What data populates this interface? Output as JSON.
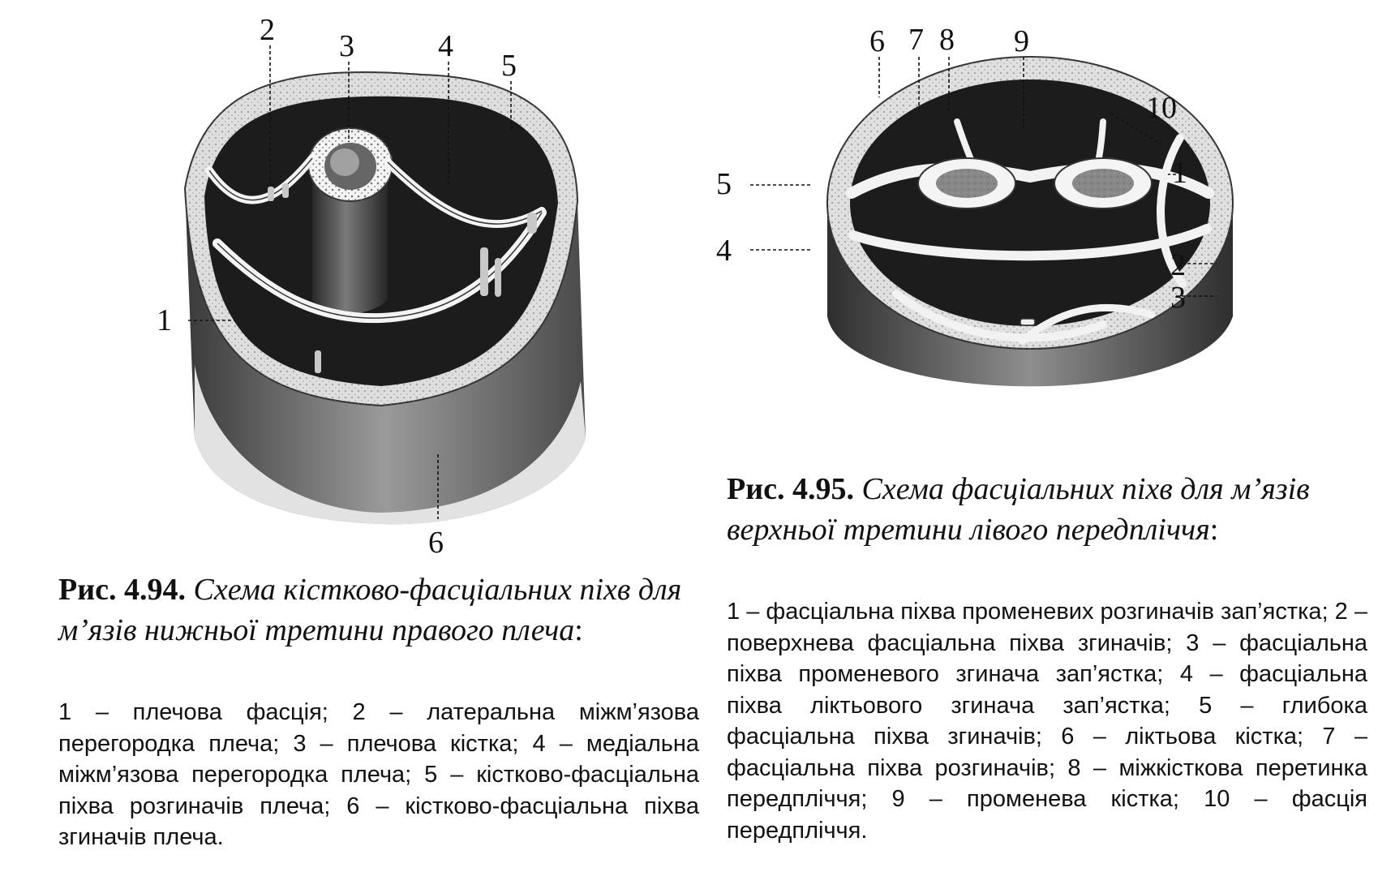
{
  "figure_494": {
    "callouts": [
      "1",
      "2",
      "3",
      "4",
      "5",
      "6"
    ],
    "fig_no": "Рис. 4.94.",
    "title": "Схема кістково-фасціальних піхв для м’язів нижньої третини правого плеча",
    "title_end": ":",
    "legend": "1 – плечова фасція; 2 – латеральна міжм’язова перегородка плеча; 3 – плечова кістка; 4 – медіальна міжм’язова перегородка плеча; 5 – кістково-фасціальна піхва розгиначів плеча; 6 – кістково-фасціальна піхва згиначів плеча."
  },
  "figure_495": {
    "callouts": [
      "1",
      "2",
      "3",
      "4",
      "5",
      "6",
      "7",
      "8",
      "9",
      "10"
    ],
    "fig_no": "Рис. 4.95.",
    "title": "Схема фасціальних піхв для м’язів верхньої третини лівого передпліччя",
    "title_end": ":",
    "legend": "1 – фасціальна піхва променевих розгиначів зап’ястка; 2 – поверхнева фасціальна піхва згиначів; 3 – фасціальна піхва променевого згинача зап’ястка; 4 – фасціальна піхва ліктьового згинача зап’ястка; 5 – глибока фасціальна піхва згиначів; 6 – ліктьова кістка; 7 – фасціальна піхва розгиначів; 8 – міжкісткова перетинка передпліччя; 9 – променева кістка; 10 – фасція передпліччя."
  },
  "colors": {
    "ink": "#111111",
    "dark_tissue": "#1c1c1c",
    "cylinder_wall": "#8e8e8e",
    "skin_band": "#dcdcdc",
    "fascia": "#f4f4f4"
  }
}
